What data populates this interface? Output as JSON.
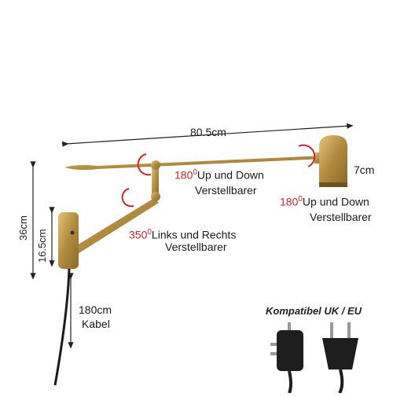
{
  "dimensions": {
    "length": "80.5cm",
    "head_height": "7cm",
    "total_height": "36cm",
    "plate_height": "16.5cm",
    "cable_length": "180cm",
    "cable_label": "Kabel"
  },
  "features": {
    "rot_top": {
      "angle": "180",
      "unit": "0",
      "line1": "Up und Down",
      "line2": "Verstellbarer"
    },
    "rot_head": {
      "angle": "180",
      "unit": "0",
      "line1": "Up und Down",
      "line2": "Verstellbarer"
    },
    "rot_base": {
      "angle": "350",
      "unit": "0",
      "line1": "Links und Rechts",
      "line2": "Verstellbarer"
    }
  },
  "compat_label": "Kompatibel UK / EU",
  "colors": {
    "brass": "#b08a3e",
    "brass_light": "#d7b56a",
    "accent_red": "#d0262b",
    "cable": "#1a1a1a"
  }
}
